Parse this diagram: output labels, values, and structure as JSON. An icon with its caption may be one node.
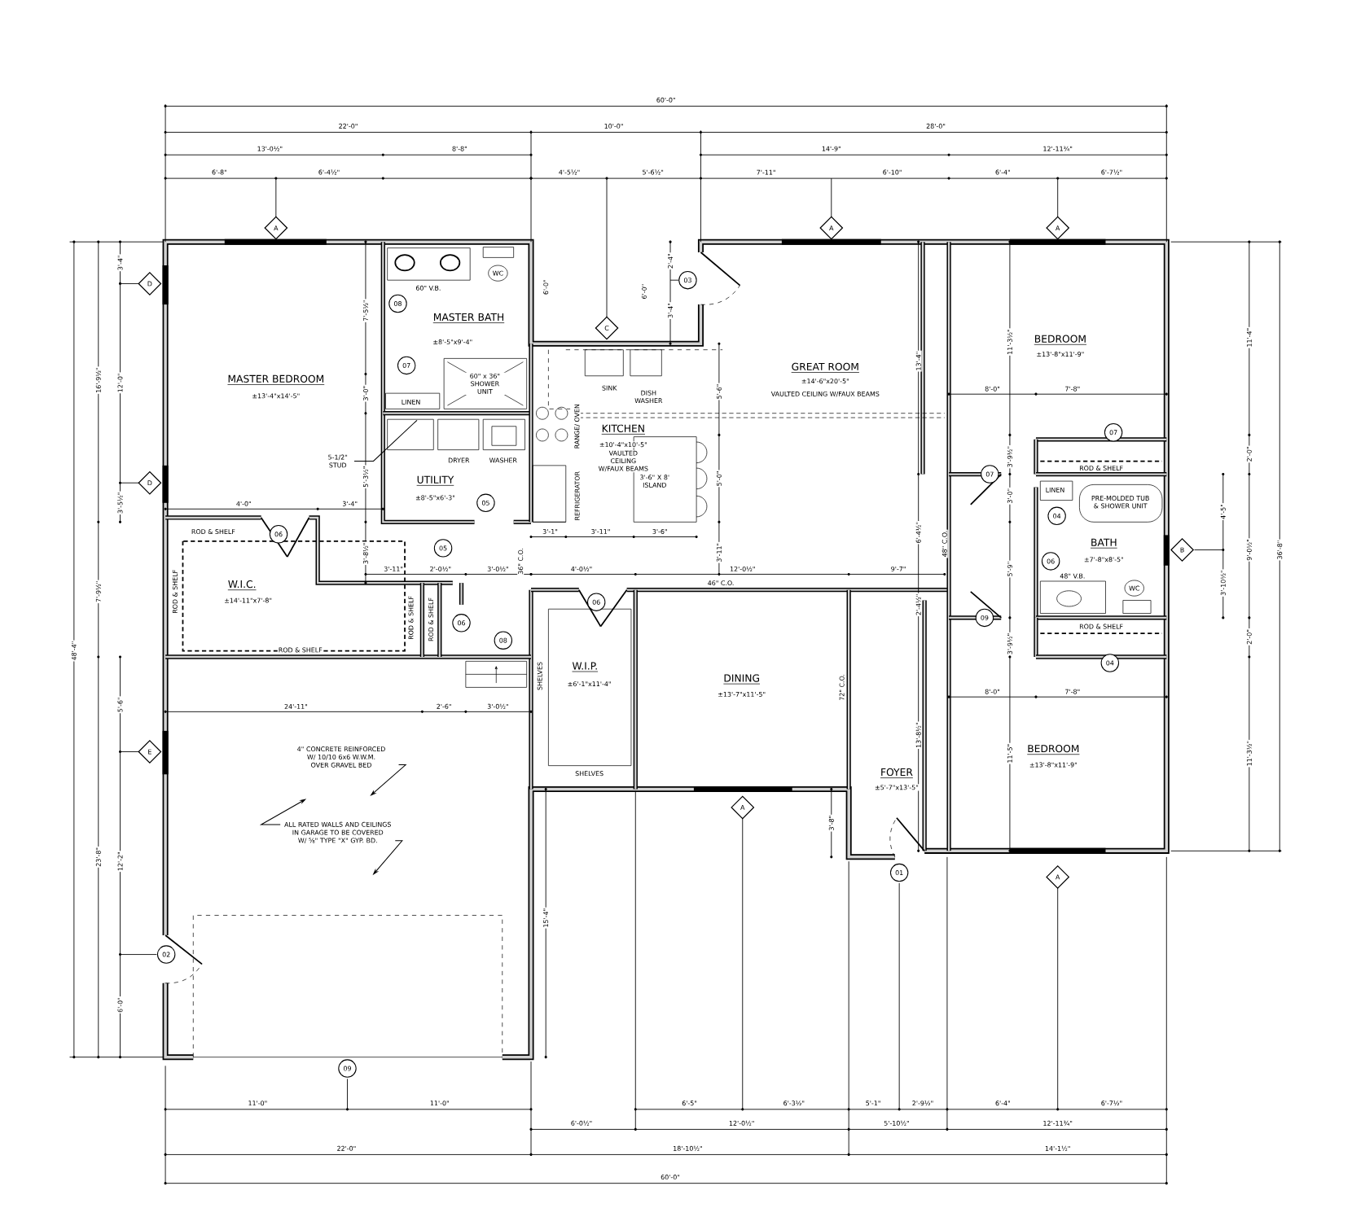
{
  "diagram": {
    "nodes": [
      {
        "text": [
          "A"
        ]
      },
      {
        "text": [
          "A"
        ]
      },
      {
        "text": [
          "A"
        ]
      },
      {
        "text": [
          "WC"
        ]
      },
      {
        "text": [
          "03"
        ]
      },
      {
        "text": [
          "D"
        ]
      },
      {
        "text": [
          "08"
        ]
      },
      {
        "text": [
          "C"
        ]
      },
      {
        "text": [
          "07"
        ]
      },
      {
        "text": [
          "07"
        ]
      },
      {
        "text": [
          "5-1/2\" STUD"
        ]
      },
      {
        "text": [
          "07"
        ]
      },
      {
        "text": [
          "D"
        ]
      },
      {
        "text": [
          "05"
        ]
      },
      {
        "text": [
          "04"
        ]
      },
      {
        "text": [
          "06"
        ]
      },
      {
        "text": [
          "B"
        ]
      },
      {
        "text": [
          "05"
        ]
      },
      {
        "text": [
          "06"
        ]
      },
      {
        "text": [
          "WC"
        ]
      },
      {
        "text": [
          "06"
        ]
      },
      {
        "text": [
          "09"
        ]
      },
      {
        "text": [
          "06"
        ]
      },
      {
        "text": [
          "08"
        ]
      },
      {
        "text": [
          "04"
        ]
      },
      {
        "text": [
          "E"
        ]
      },
      {
        "text": [
          "4\" CONCRETE REINFORCED W/ 10/10 6x6 W.W.M. OVER GRAVEL BED"
        ]
      },
      {
        "text": [
          "A"
        ]
      },
      {
        "text": [
          "ALL RATED WALLS AND CEILINGS IN GARAGE TO BE COVERED W/ ⅝\" TYPE \"X\" GYP. BD."
        ]
      },
      {
        "text": [
          "01"
        ]
      },
      {
        "text": [
          "A"
        ]
      },
      {
        "text": [
          "02"
        ]
      },
      {
        "text": [
          "09"
        ]
      }
    ],
    "edges": [
      {
        "from": 26,
        "to": null,
        "arrow": "to"
      },
      {
        "from": 28,
        "to": null,
        "arrow": "to"
      },
      {
        "from": 28,
        "to": null,
        "arrow": "to"
      },
      {
        "from": 10,
        "to": null,
        "arrow": "none"
      }
    ],
    "labels": [
      "60'-0\"",
      "22'-0\"",
      "10'-0\"",
      "28'-0\"",
      "13'-0½\"",
      "8'-8\"",
      "14'-9\"",
      "12'-11¾\"",
      "6'-8\"",
      "6'-4½\"",
      "4'-5½\"",
      "5'-6½\"",
      "7'-11\"",
      "6'-10\"",
      "6'-4\"",
      "6'-7½\"",
      "3'-4\"",
      "16'-9½\"",
      "12'-0\"",
      "3'-5½\"",
      "7'-9½\"",
      "48'-4\"",
      "5'-6\"",
      "23'-8\"",
      "12'-2\"",
      "6'-0\"",
      "11'-4\"",
      "2'-0\"",
      "4'-5\"",
      "9'-0½\"",
      "36'-8\"",
      "3'-10½\"",
      "2'-0\"",
      "11'-3½\"",
      "60\" V.B.",
      "MASTER BATH",
      "±8'-5\"x9'-4\"",
      "7'-5½\"",
      "6'-0\"",
      "2'-4\"",
      "6'-0\"",
      "3'-4\"",
      "BEDROOM",
      "±13'-8\"x11'-9\"",
      "11'-3½\"",
      "GREAT ROOM",
      "±14'-6\"x20'-5\"",
      "VAULTED CEILING W/FAUX BEAMS",
      "13'-4\"",
      "MASTER BEDROOM",
      "±13'-4\"x14'-5\"",
      "60\" x 36\" SHOWER UNIT",
      "3'-0\"",
      "SINK",
      "DISH WASHER",
      "LINEN",
      "5'-6\"",
      "8'-0\"",
      "7'-8\"",
      "RANGE/ OVEN",
      "KITCHEN",
      "±10'-4\"x10'-5\"",
      "VAULTED CEILING W/FAUX BEAMS",
      "DRYER",
      "WASHER",
      "3'-9½\"",
      "ROD & SHELF",
      "5'-3½\"",
      "UTILITY",
      "3'-6\" X 8' ISLAND",
      "5'-0\"",
      "LINEN",
      "PRE-MOLDED TUB & SHOWER UNIT",
      "3'-0\"",
      "REFRIGERATOR",
      "±8'-5\"x6'-3\"",
      "4'-0\"",
      "3'-4\"",
      "ROD & SHELF",
      "3'-8½\"",
      "36\" C.O.",
      "3'-1\"",
      "3'-11\"",
      "3'-6\"",
      "3'-11\"",
      "6'-4½\"",
      "48\" C.O.",
      "BATH",
      "±7'-8\"x8'-5\"",
      "3'-11\"",
      "2'-0½\"",
      "3'-0½\"",
      "4'-0½\"",
      "12'-0½\"",
      "9'-7\"",
      "5'-9\"",
      "48\" V.B.",
      "46\" C.O.",
      "W.I.C.",
      "ROD & SHELF",
      "±14'-11\"x7'-8\"",
      "2'-4½\"",
      "ROD & SHELF",
      "ROD & SHELF",
      "ROD & SHELF",
      "3'-9½\"",
      "ROD & SHELF",
      "W.I.P.",
      "SHELVES",
      "DINING",
      "±6'-1\"x11'-4\"",
      "72\" C.O.",
      "±13'-7\"x11'-5\"",
      "8'-0\"",
      "7'-8\"",
      "24'-11\"",
      "2'-6\"",
      "3'-0½\"",
      "13'-8½\"",
      "BEDROOM",
      "11'-5\"",
      "±13'-8\"x11'-9\"",
      "SHELVES",
      "FOYER",
      "±5'-7\"x13'-5\"",
      "3'-8\"",
      "15'-4\"",
      "11'-0\"",
      "11'-0\"",
      "6'-5\"",
      "6'-3½\"",
      "5'-1\"",
      "2'-9½\"",
      "6'-4\"",
      "6'-7½\"",
      "6'-0½\"",
      "12'-0½\"",
      "5'-10½\"",
      "12'-11¾\"",
      "22'-0\"",
      "18'-10½\"",
      "14'-1½\"",
      "60'-0\""
    ]
  }
}
